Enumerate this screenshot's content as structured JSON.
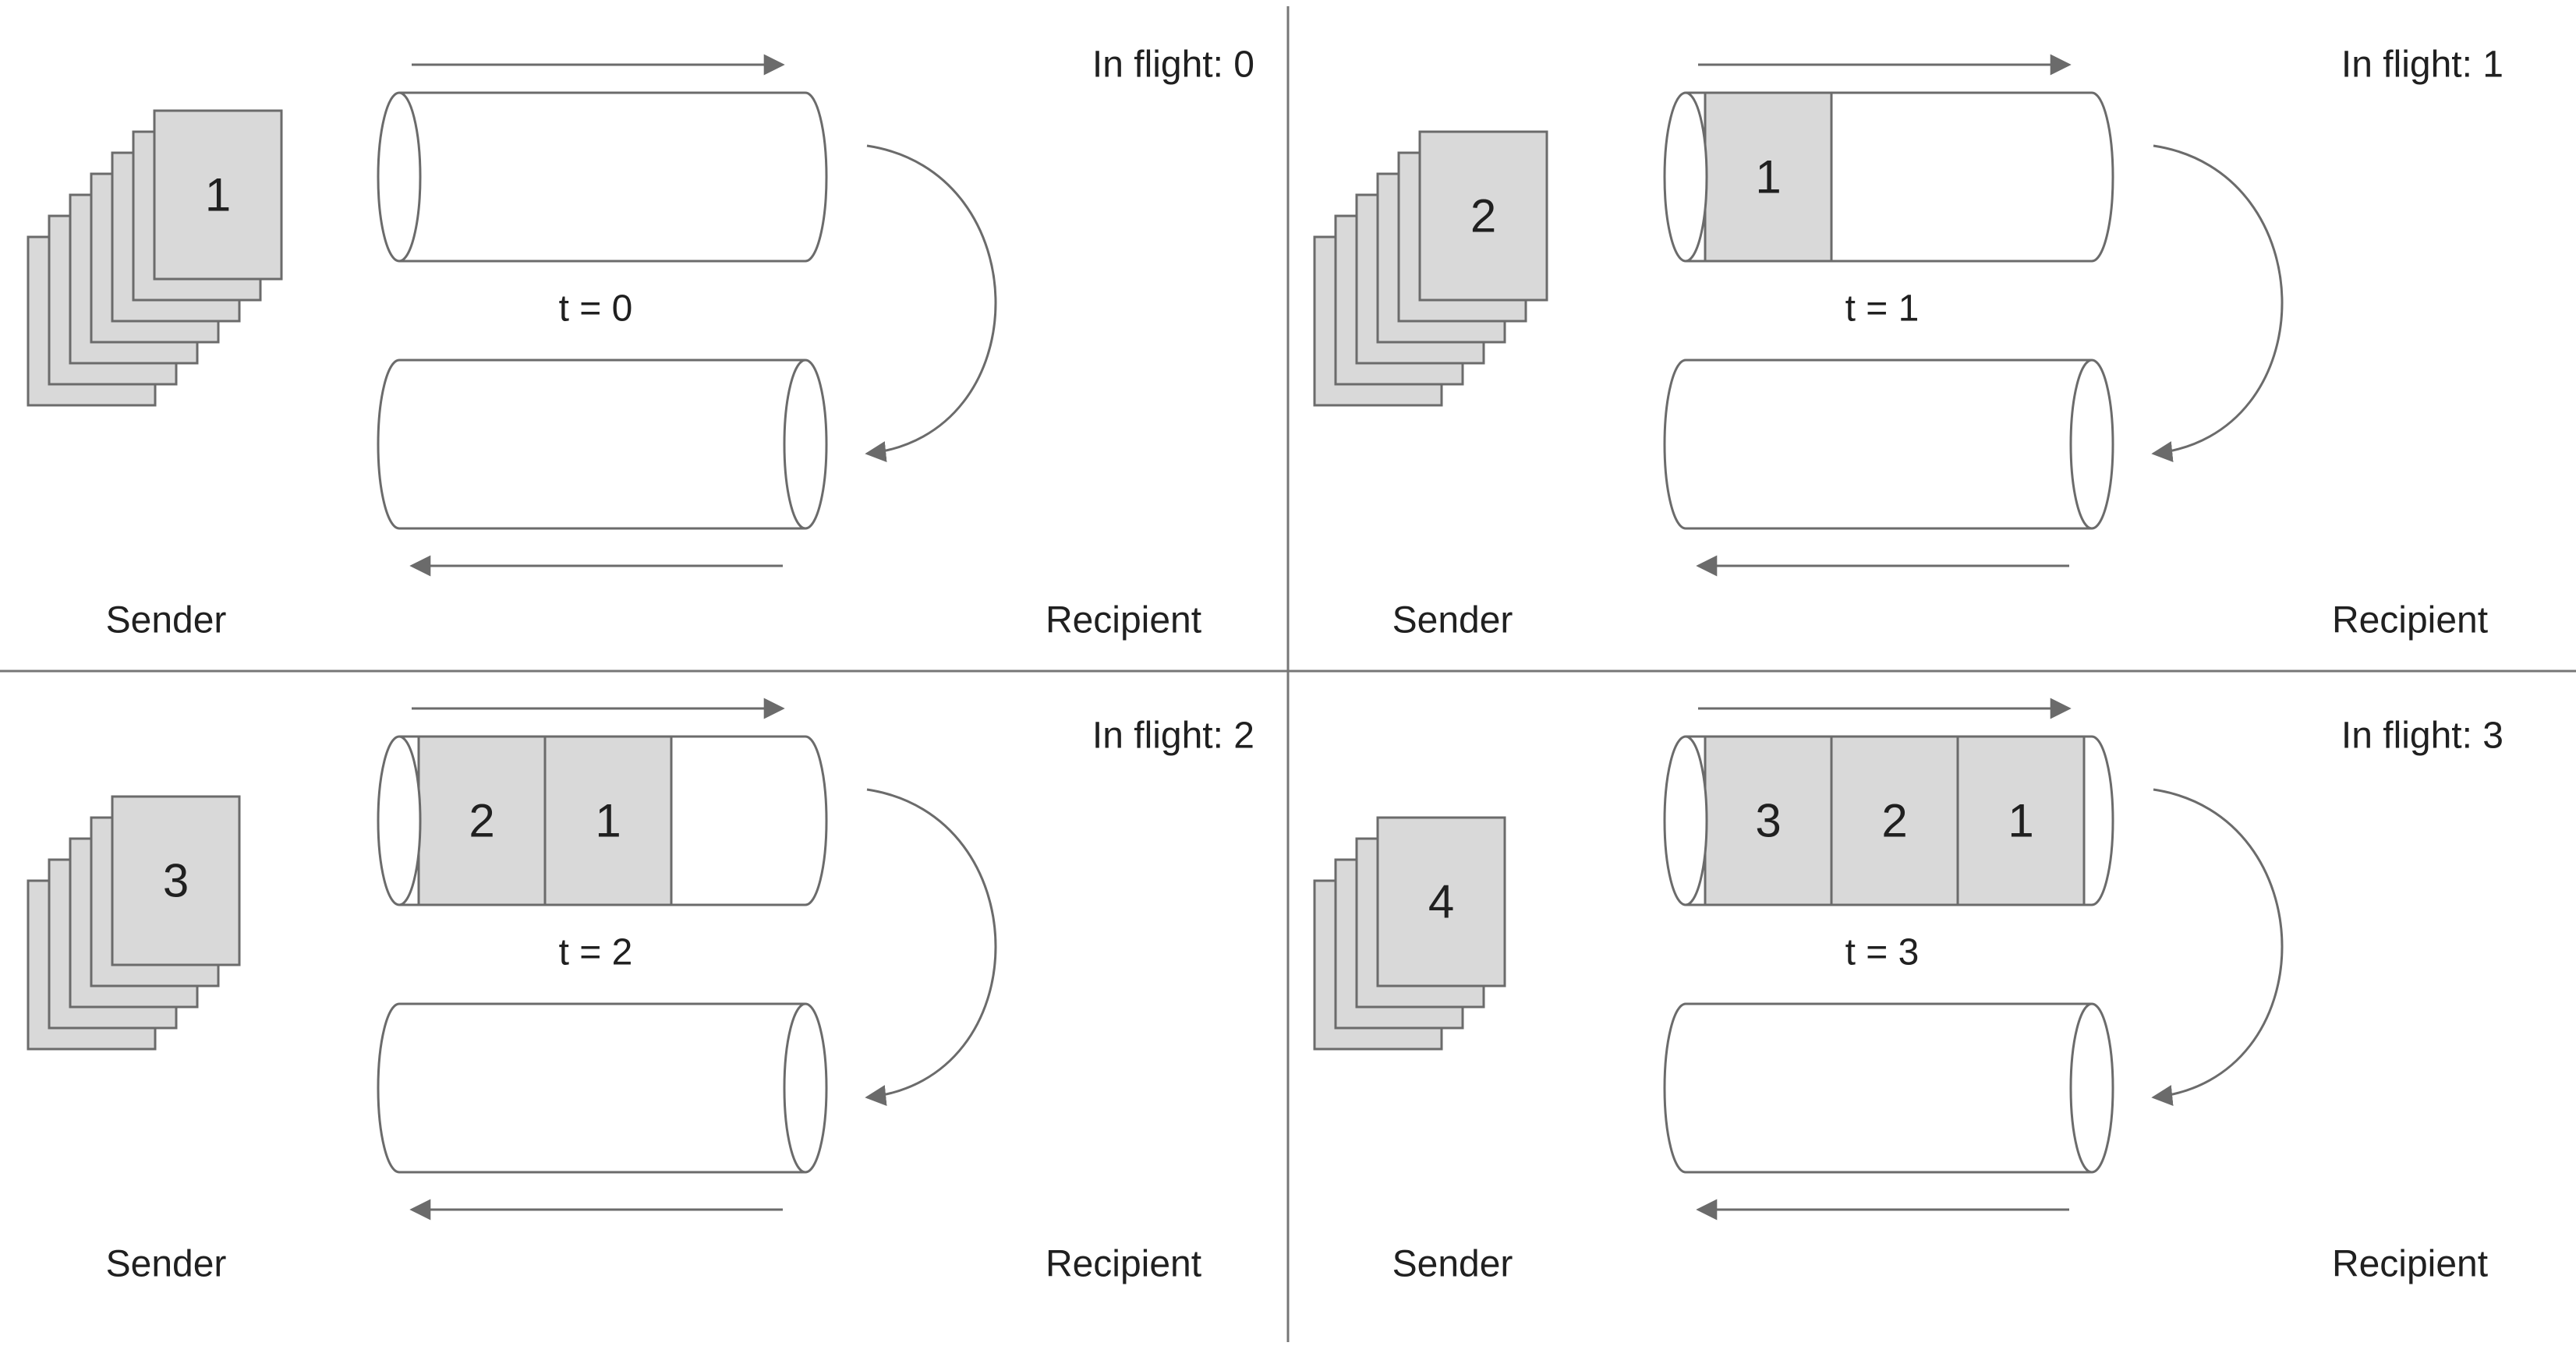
{
  "labels": {
    "sender": "Sender",
    "recipient": "Recipient",
    "in_flight_prefix": "In flight: ",
    "time_prefix": "t = "
  },
  "colors": {
    "stroke": "#6b6b6b",
    "packet_fill": "#d9d9d9",
    "text": "#202020",
    "divider": "#777777"
  },
  "panels": [
    {
      "in_flight": "In flight: 0",
      "time": "t = 0",
      "stack_count": 7,
      "top_packet": "1",
      "pipe_packets": []
    },
    {
      "in_flight": "In flight: 1",
      "time": "t = 1",
      "stack_count": 6,
      "top_packet": "2",
      "pipe_packets": [
        "1"
      ]
    },
    {
      "in_flight": "In flight: 2",
      "time": "t = 2",
      "stack_count": 5,
      "top_packet": "3",
      "pipe_packets": [
        "2",
        "1"
      ]
    },
    {
      "in_flight": "In flight: 3",
      "time": "t = 3",
      "stack_count": 4,
      "top_packet": "4",
      "pipe_packets": [
        "3",
        "2",
        "1"
      ]
    }
  ]
}
